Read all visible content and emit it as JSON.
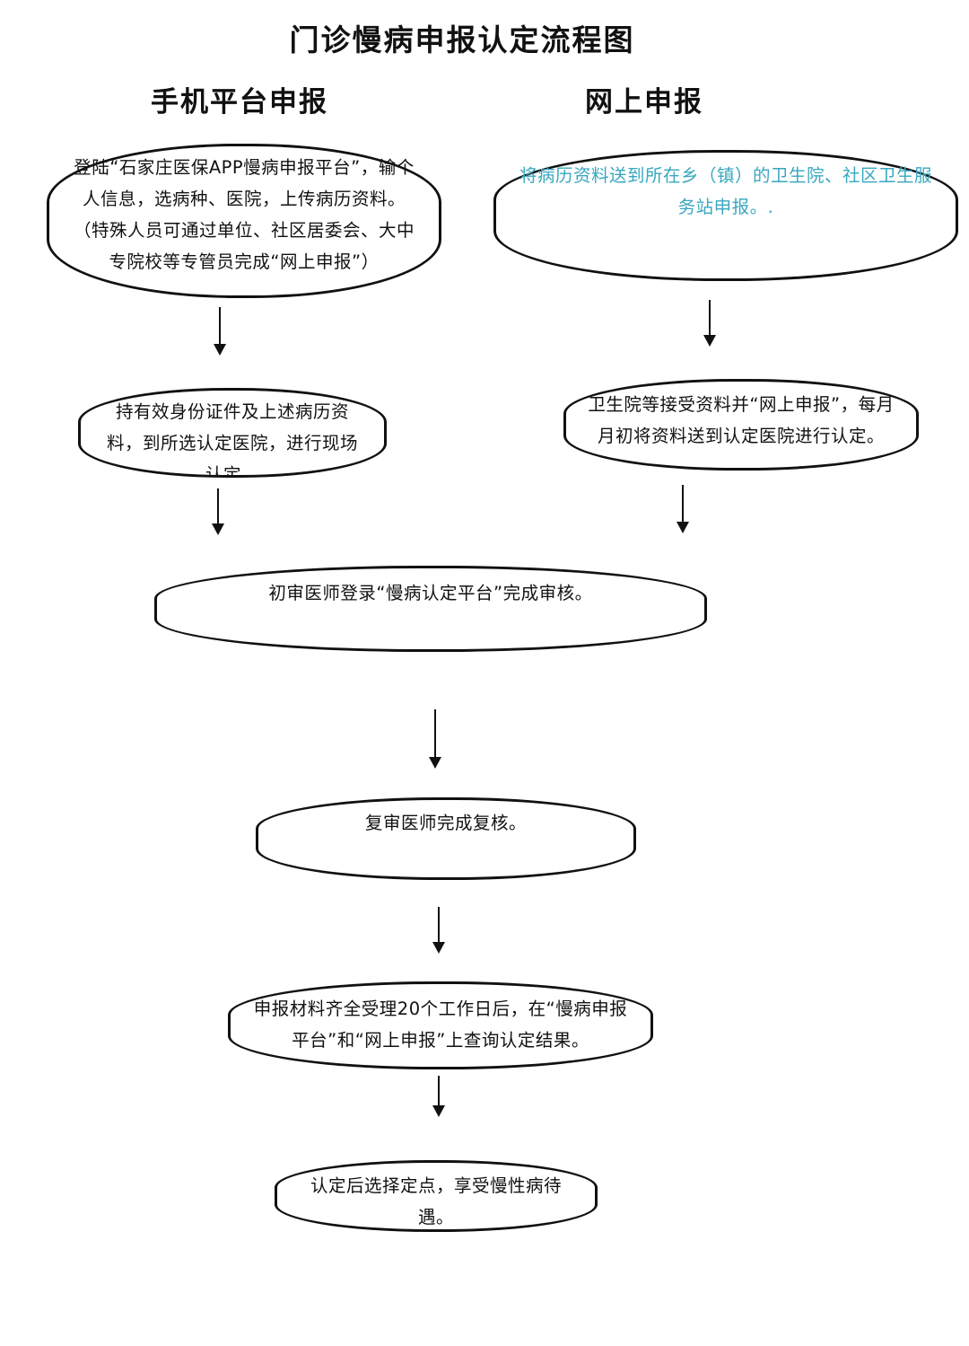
{
  "title": "门诊慢病申报认定流程图",
  "columns": {
    "left_heading": "手机平台申报",
    "right_heading": "网上申报"
  },
  "steps": {
    "mobile_step1": "登陆“石家庄医保APP慢病申报平台”，输个人信息，选病种、医院，上传病历资料。（特殊人员可通过单位、社区居委会、大中专院校等专管员完成“网上申报”）",
    "mobile_step2": "持有效身份证件及上述病历资料，到所选认定医院，进行现场认定。",
    "online_step1": "将病历资料送到所在乡（镇）的卫生院、社区卫生服务站申报。.",
    "online_step2": "卫生院等接受资料并“网上申报”，每月月初将资料送到认定医院进行认定。",
    "initial_review": "初审医师登录“慢病认定平台”完成审核。",
    "second_review": "复审医师完成复核。",
    "result_query": "申报材料齐全受理20个工作日后，在“慢病申报平台”和“网上申报”上查询认定结果。",
    "final": "认定后选择定点，享受慢性病待遇。"
  },
  "colors": {
    "line": "#111111",
    "teal_text": "#38a7bf"
  }
}
